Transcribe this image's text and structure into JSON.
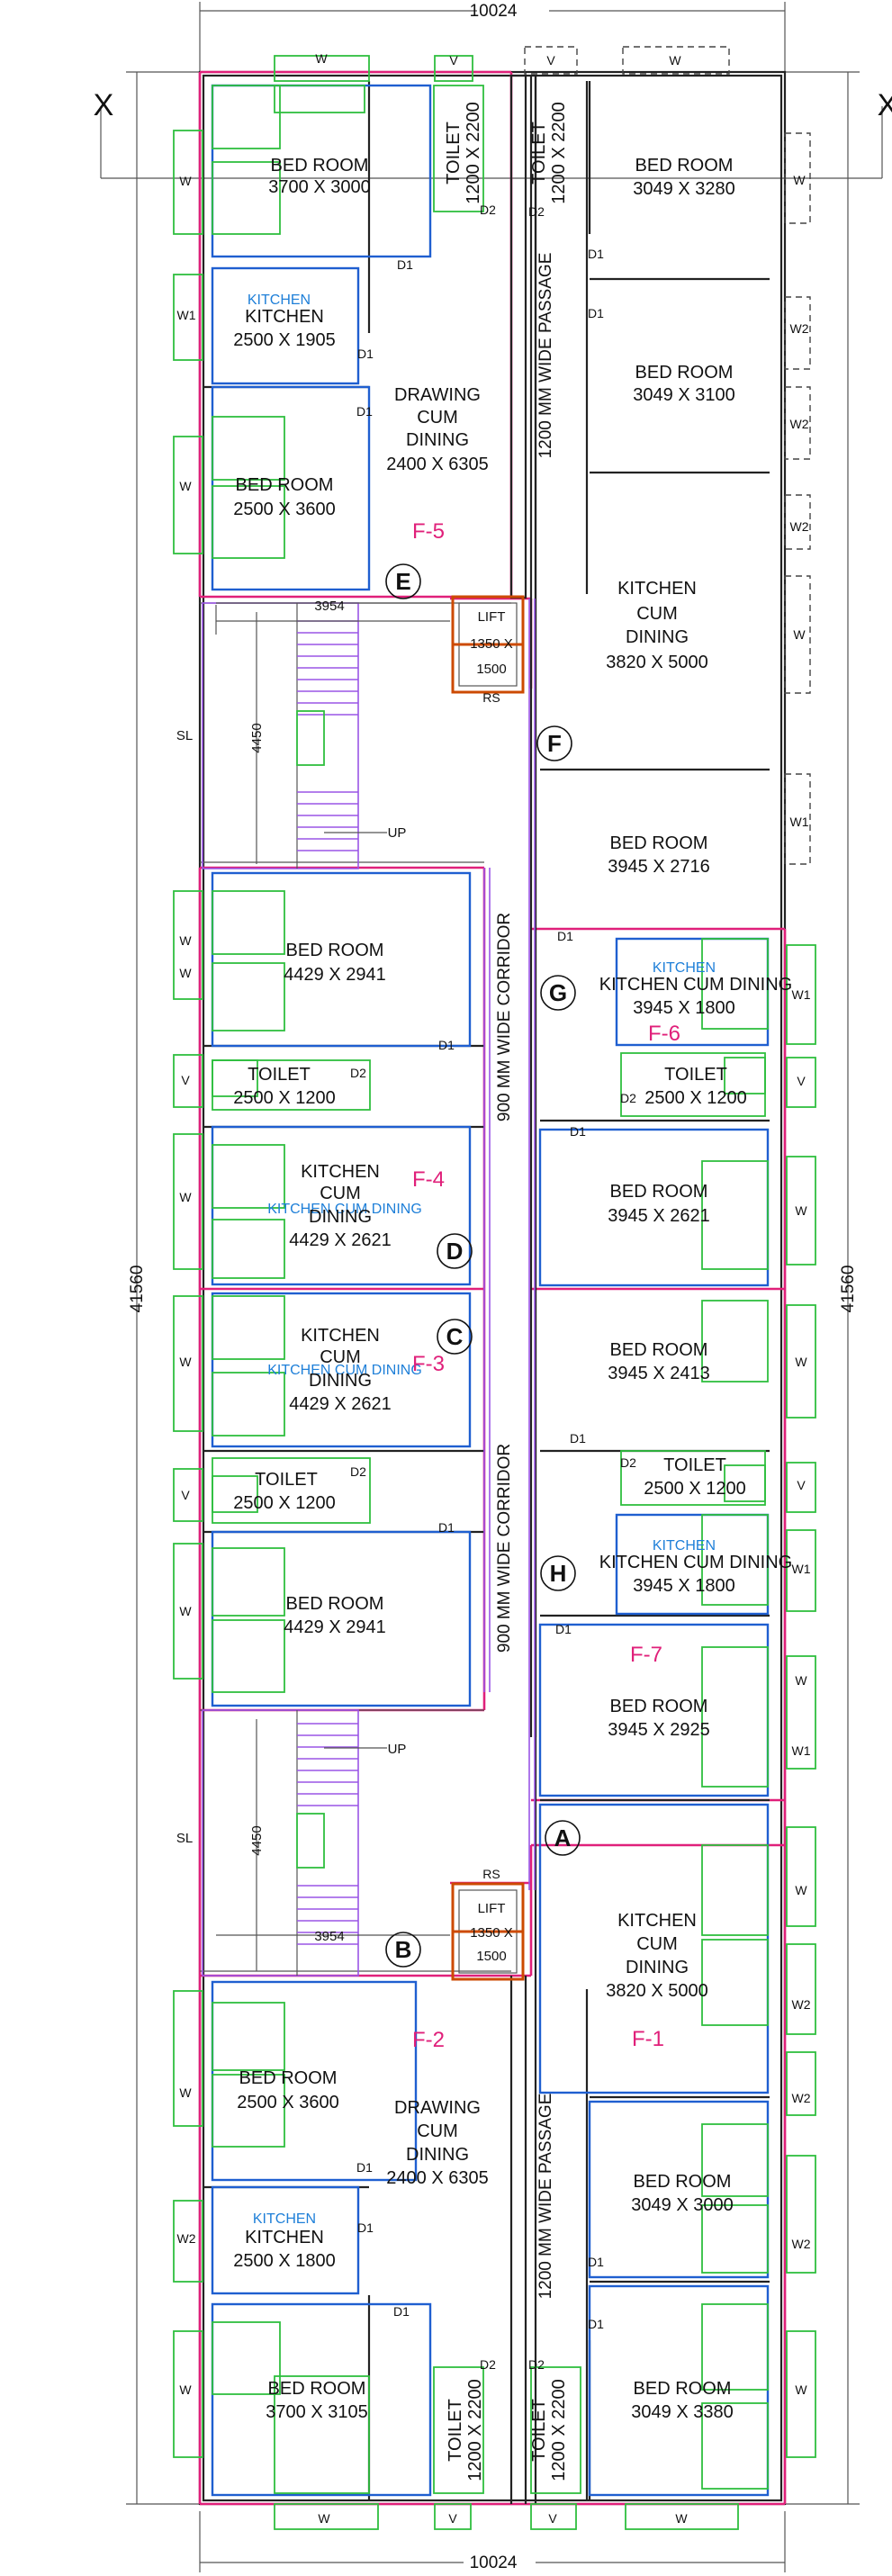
{
  "dimensions": {
    "overall_width_top": "10024",
    "overall_width_bottom": "10024",
    "overall_length_left": "41560",
    "overall_length_right": "41560"
  },
  "section_marks": {
    "left": "X",
    "right": "X"
  },
  "corridors": {
    "upper": "900 MM WIDE CORRIDOR",
    "lower": "900 MM WIDE CORRIDOR",
    "passage_top": "1200 MM WIDE PASSAGE",
    "passage_bottom": "1200 MM WIDE PASSAGE"
  },
  "stairs": [
    {
      "width": "3954",
      "length": "4450",
      "up": "UP",
      "sl": "SL"
    },
    {
      "width": "3954",
      "length": "4450",
      "up": "UP",
      "sl": "SL"
    }
  ],
  "lifts": [
    {
      "label": "LIFT",
      "size1": "1350 X",
      "size2": "1500",
      "rs": "RS"
    },
    {
      "label": "LIFT",
      "size1": "1350 X",
      "size2": "1500",
      "rs": "RS"
    }
  ],
  "flats": [
    "F-1",
    "F-2",
    "F-3",
    "F-4",
    "F-5",
    "F-6",
    "F-7"
  ],
  "markers": [
    "A",
    "B",
    "C",
    "D",
    "E",
    "F",
    "G",
    "H"
  ],
  "rooms": [
    {
      "name": "BED ROOM",
      "size": "3700 X 3000"
    },
    {
      "name": "TOILET",
      "size": "1200 X 2200"
    },
    {
      "name": "TOILET",
      "size": "1200 X 2200"
    },
    {
      "name": "BED ROOM",
      "size": "3049 X 3280"
    },
    {
      "name": "KITCHEN",
      "size": "2500 X 1905",
      "tag": "KITCHEN"
    },
    {
      "name": "DRAWING",
      "name2": "CUM",
      "name3": "DINING",
      "size": "2400 X 6305"
    },
    {
      "name": "BED ROOM",
      "size": "3049 X 3100"
    },
    {
      "name": "BED ROOM",
      "size": "2500 X 3600"
    },
    {
      "name": "KITCHEN",
      "name2": "CUM",
      "name3": "DINING",
      "size": "3820 X 5000"
    },
    {
      "name": "BED ROOM",
      "size": "3945 X 2716"
    },
    {
      "name": "BED ROOM",
      "size": "4429 X 2941"
    },
    {
      "name": "KITCHEN CUM DINING",
      "size": "3945 X 1800",
      "tag": "KITCHEN"
    },
    {
      "name": "TOILET",
      "size": "2500 X 1200"
    },
    {
      "name": "TOILET",
      "size": "2500 X 1200"
    },
    {
      "name": "KITCHEN",
      "name2": "CUM",
      "name3": "DINING",
      "size": "4429 X 2621",
      "tag": "KITCHEN CUM DINING"
    },
    {
      "name": "BED ROOM",
      "size": "3945 X 2621"
    },
    {
      "name": "KITCHEN",
      "name2": "CUM",
      "name3": "DINING",
      "size": "4429 X 2621",
      "tag": "KITCHEN CUM DINING"
    },
    {
      "name": "BED ROOM",
      "size": "3945 X 2413"
    },
    {
      "name": "TOILET",
      "size": "2500 X 1200"
    },
    {
      "name": "TOILET",
      "size": "2500 X 1200"
    },
    {
      "name": "BED ROOM",
      "size": "4429 X 2941"
    },
    {
      "name": "KITCHEN CUM DINING",
      "size": "3945 X 1800",
      "tag": "KITCHEN"
    },
    {
      "name": "BED ROOM",
      "size": "3945 X 2925"
    },
    {
      "name": "KITCHEN",
      "name2": "CUM",
      "name3": "DINING",
      "size": "3820 X 5000"
    },
    {
      "name": "BED ROOM",
      "size": "2500 X 3600"
    },
    {
      "name": "DRAWING",
      "name2": "CUM",
      "name3": "DINING",
      "size": "2400 X 6305"
    },
    {
      "name": "BED ROOM",
      "size": "3049 X 3000"
    },
    {
      "name": "KITCHEN",
      "size": "2500 X 1800",
      "tag": "KITCHEN"
    },
    {
      "name": "BED ROOM",
      "size": "3700 X 3105"
    },
    {
      "name": "TOILET",
      "size": "1200 X 2200"
    },
    {
      "name": "TOILET",
      "size": "1200 X 2200"
    },
    {
      "name": "BED ROOM",
      "size": "3049 X 3380"
    }
  ],
  "labels": {
    "w": "W",
    "w1": "W1",
    "w2": "W2",
    "v": "V",
    "d1": "D1",
    "d2": "D2"
  }
}
